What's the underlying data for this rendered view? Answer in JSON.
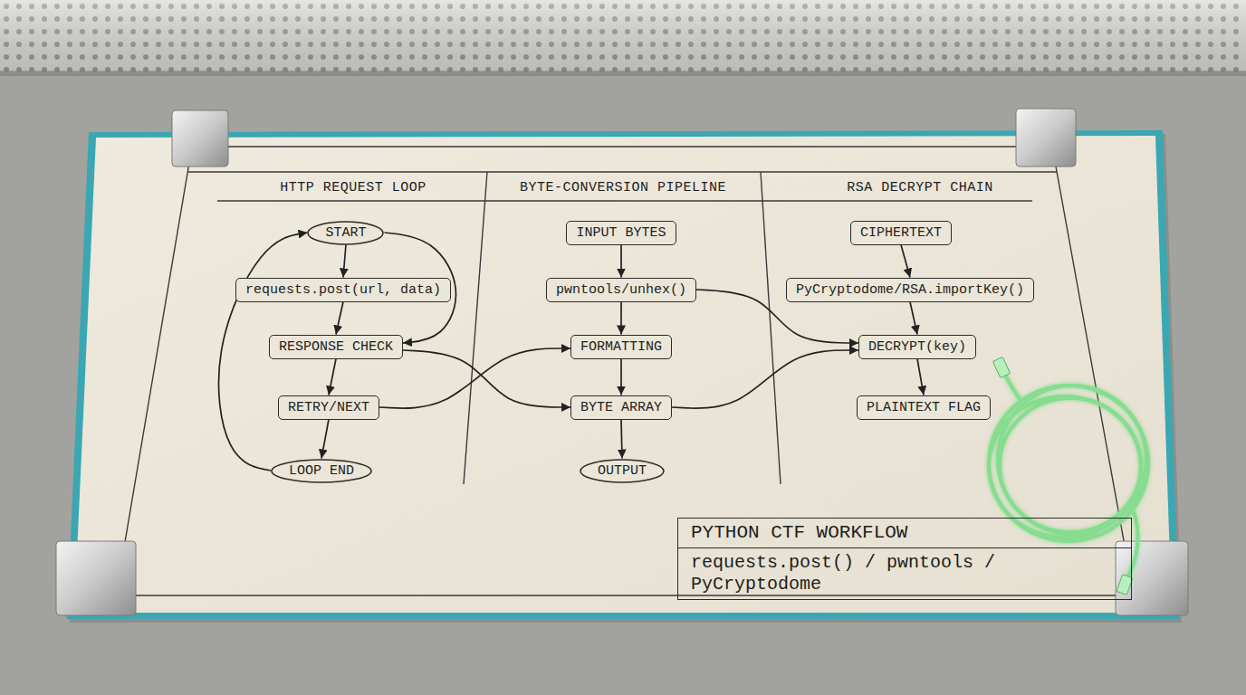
{
  "diagram": {
    "nodes": [
      {
        "text": [
          "START"
        ]
      },
      {
        "text": [
          "requests.post(url, data)"
        ]
      },
      {
        "text": [
          "RESPONSE CHECK"
        ]
      },
      {
        "text": [
          "RETRY/NEXT"
        ]
      },
      {
        "text": [
          "LOOP END"
        ]
      },
      {
        "text": [
          "INPUT BYTES"
        ]
      },
      {
        "text": [
          "pwntools/unhex()"
        ]
      },
      {
        "text": [
          "FORMATTING"
        ]
      },
      {
        "text": [
          "BYTE ARRAY"
        ]
      },
      {
        "text": [
          "OUTPUT"
        ]
      },
      {
        "text": [
          "CIPHERTEXT"
        ]
      },
      {
        "text": [
          "PyCryptodome/RSA.importKey()"
        ]
      },
      {
        "text": [
          "DECRYPT(key)"
        ]
      },
      {
        "text": [
          "PLAINTEXT FLAG"
        ]
      },
      {
        "text": [
          "PYTHON CTF WORKFLOW",
          "requests.post() / pwntools / PyCryptodome"
        ]
      }
    ],
    "edges": [
      {
        "from": 0,
        "to": 1,
        "arrow": "to"
      },
      {
        "from": 1,
        "to": 2,
        "arrow": "to"
      },
      {
        "from": 2,
        "to": 3,
        "arrow": "to"
      },
      {
        "from": 3,
        "to": 4,
        "arrow": "to"
      },
      {
        "from": 4,
        "to": 0,
        "arrow": "to"
      },
      {
        "from": 0,
        "to": 2,
        "arrow": "to"
      },
      {
        "from": 2,
        "to": 8,
        "arrow": "to"
      },
      {
        "from": 3,
        "to": 7,
        "arrow": "to"
      },
      {
        "from": 5,
        "to": 6,
        "arrow": "to"
      },
      {
        "from": 6,
        "to": 7,
        "arrow": "to"
      },
      {
        "from": 7,
        "to": 8,
        "arrow": "to"
      },
      {
        "from": 8,
        "to": 9,
        "arrow": "to"
      },
      {
        "from": 6,
        "to": 12,
        "arrow": "to"
      },
      {
        "from": 8,
        "to": 12,
        "arrow": "to"
      },
      {
        "from": 10,
        "to": 11,
        "arrow": "to"
      },
      {
        "from": 11,
        "to": 12,
        "arrow": "to"
      },
      {
        "from": 12,
        "to": 13,
        "arrow": "to"
      }
    ],
    "labels": [
      "HTTP REQUEST LOOP",
      "BYTE-CONVERSION PIPELINE",
      "RSA DECRYPT CHAIN"
    ]
  }
}
